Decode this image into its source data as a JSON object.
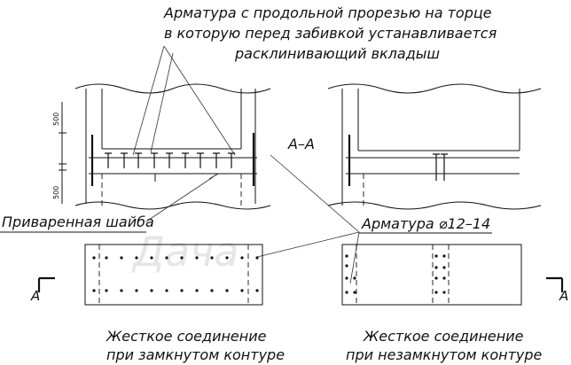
{
  "labels": {
    "reinforcement_note_line1": "Арматура с продольной прорезью на торце",
    "reinforcement_note_line2": "в которую перед забивкой устанавливается",
    "reinforcement_note_line3": "расклинивающий вкладыш",
    "section_mark": "А–А",
    "welded_washer": "Приваренная шайба",
    "rebar_spec": "Арматура ⌀12–14",
    "caption_left_line1": "Жесткое соединение",
    "caption_left_line2": "при замкнутом контуре",
    "caption_right_line1": "Жесткое соединение",
    "caption_right_line2": "при незамкнутом контуре",
    "cut_marker_left": "А",
    "cut_marker_right": "А",
    "dim_top": "500",
    "dim_bottom": "500"
  }
}
